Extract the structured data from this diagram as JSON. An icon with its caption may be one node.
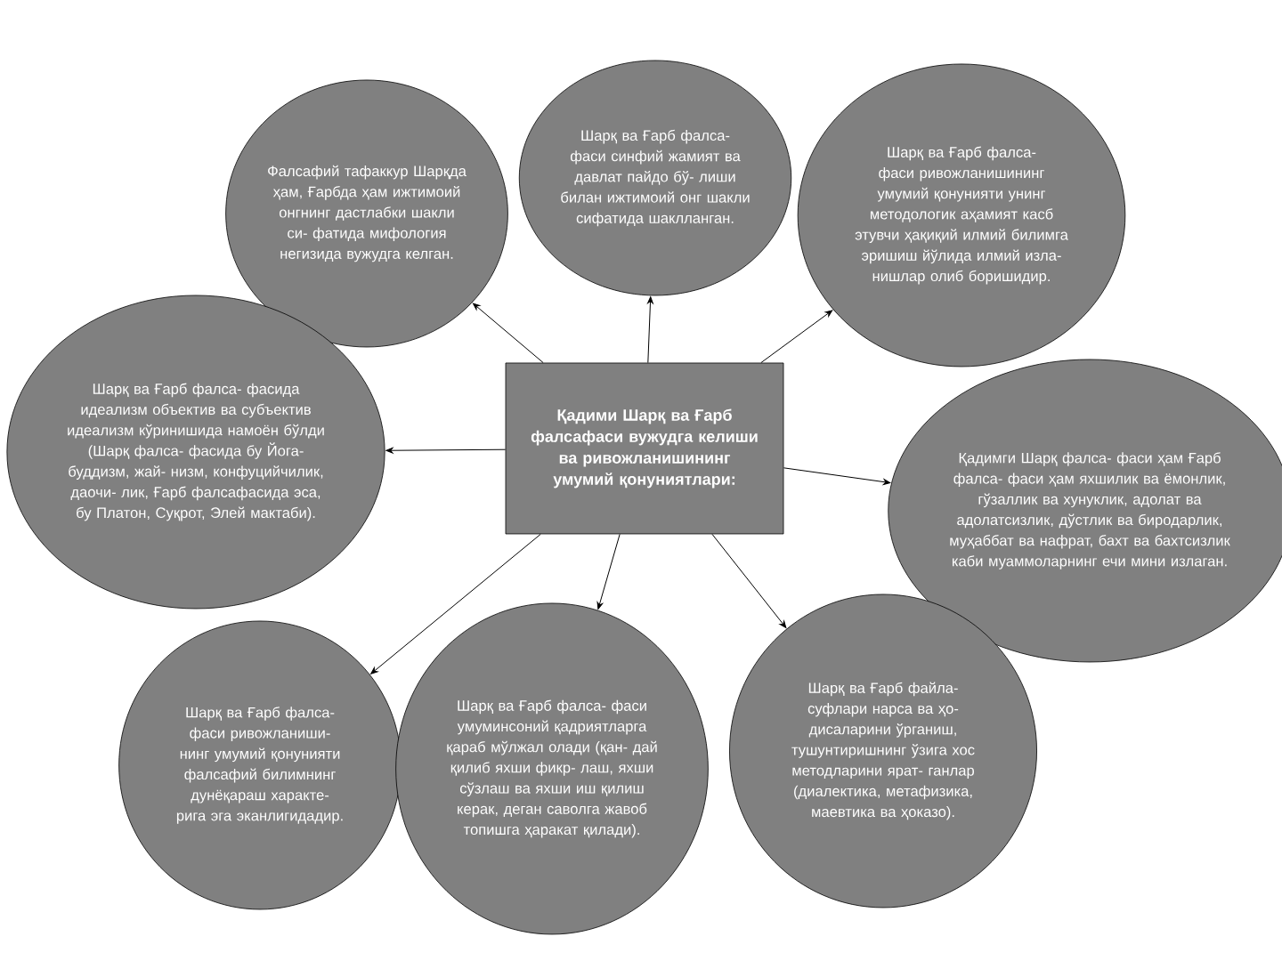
{
  "diagram": {
    "nodes": [
      {
        "text": [
          "Қадими Шарқ ва Ғарб фалсафаси вужудга келиши ва ривожланишининг умумий қонуниятлари:"
        ]
      },
      {
        "text": [
          "Фалсафий тафаккур Шарқда ҳам, Ғарбда ҳам ижтимоий онгнинг дастлабки шакли си- фатида мифология негизида вужудга келган."
        ]
      },
      {
        "text": [
          "Шарқ ва Ғарб фалса- фаси синфий жамият ва давлат пайдо бў- лиши билан ижтимоий онг шакли сифатида шаклланган."
        ]
      },
      {
        "text": [
          "Шарқ ва Ғарб фалса- фаси ривожланишининг умумий қонунияти унинг методологик аҳамият касб этувчи ҳақиқий илмий билимга эришиш йўлида илмий изла- нишлар олиб боришидир."
        ]
      },
      {
        "text": [
          "Шарқ ва Ғарб фалса- фасида идеализм объектив ва субъектив идеализм кўринишида намоён бўлди (Шарқ фалса- фасида бу Йога-буддизм, жай- низм, конфуцийчилик, даочи- лик, Ғарб фалсафасида эса, бу Платон, Суқрот, Элей мактаби)."
        ]
      },
      {
        "text": [
          "Қадимги Шарқ фалса- фаси ҳам Ғарб фалса- фаси ҳам яхшилик ва ёмонлик, гўзаллик ва хунуклик, адолат ва адолатсизлик, дўстлик ва биродарлик, муҳаббат ва нафрат, бахт ва бахтсизлик каби муаммоларнинг ечи мини излаган."
        ]
      },
      {
        "text": [
          "Шарқ ва Ғарб фалса- фаси ривожланиши- нинг умумий қонунияти фалсафий билимнинг дунёқараш характе- рига эга эканлигидадир."
        ]
      },
      {
        "text": [
          "Шарқ ва Ғарб фалса- фаси умуминсоний қадриятларга қараб мўлжал олади (қан- дай қилиб яхши фикр- лаш, яхши сўзлаш ва яхши иш қилиш керак, деган саволга жавоб топишга ҳаракат қилади)."
        ]
      },
      {
        "text": [
          "Шарқ ва Ғарб файла- суфлари нарса ва ҳо- дисаларини ўрганиш, тушунтиришнинг ўзига хос методларини ярат- ганлар (диалектика, метафизика, маевтика ва ҳоказо)."
        ]
      }
    ],
    "edges": [
      {
        "from": 0,
        "to": 1,
        "arrow": "to"
      },
      {
        "from": 0,
        "to": 2,
        "arrow": "to"
      },
      {
        "from": 0,
        "to": 3,
        "arrow": "to"
      },
      {
        "from": 0,
        "to": 4,
        "arrow": "to"
      },
      {
        "from": 0,
        "to": 5,
        "arrow": "to"
      },
      {
        "from": 0,
        "to": 6,
        "arrow": "to"
      },
      {
        "from": 0,
        "to": 7,
        "arrow": "to"
      },
      {
        "from": 0,
        "to": 8,
        "arrow": "to"
      }
    ]
  }
}
